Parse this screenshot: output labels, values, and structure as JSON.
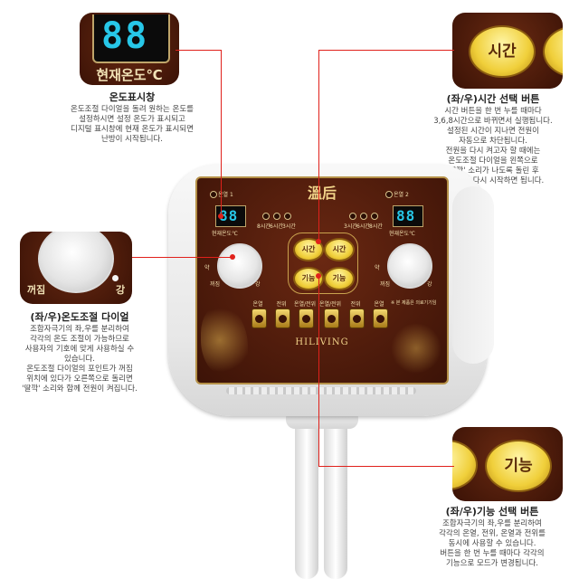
{
  "callout_temp_display": {
    "display_digits": "88",
    "strip_text": "현재온도℃",
    "title": "온도표시창",
    "lines": [
      "온도조절 다이얼을 돌려 원하는 온도를",
      "설정하시면 설정 온도가 표시되고",
      "디지털 표시창에 현재 온도가 표시되면",
      "난방이 시작됩니다."
    ]
  },
  "callout_time_button": {
    "button_label": "시간",
    "title": "(좌/우)시간 선택 버튼",
    "lines": [
      "시간 버튼을 한 번 누를 때마다",
      "3,6,8시간으로 바뀌면서 실행됩니다.",
      "설정된 시간이 지나면 전원이",
      "자동으로 차단됩니다.",
      "전원을 다시 켜고자 할 때에는",
      "온도조절 다이얼을 왼쪽으로",
      "'딸깍' 소리가 나도록 돌린 후",
      "처음부터 다시 시작하면 됩니다."
    ]
  },
  "callout_dial": {
    "left_label": "꺼짐",
    "right_label": "강",
    "title": "(좌/우)온도조절 다이얼",
    "lines": [
      "조합자극기의 좌,우를 분리하여",
      "각각의 온도 조절이 가능하므로",
      "사용자의 기호에 맞게 사용하실 수",
      "있습니다.",
      "온도조절 다이얼의 포인트가 꺼짐",
      "위치에 있다가 오른쪽으로 돌리면",
      "'딸깍' 소리와 함께 전원이 켜집니다."
    ]
  },
  "callout_function_button": {
    "button_label": "기능",
    "title": "(좌/우)기능 선택 버튼",
    "lines": [
      "조합자극기의 좌,우를 분리하여",
      "각각의 온열, 전위, 온열과 전위를",
      "동시에 사용할 수 있습니다.",
      "버튼을 한 번 누를 때마다 각각의",
      "기능으로 모드가 변경됩니다."
    ]
  },
  "device": {
    "brand_logo": "溫后",
    "brand_name": "HILIVING",
    "left": {
      "zone_label": "온열 1",
      "digits": "88",
      "current_temp_label": "현재온도℃",
      "timer_labels": [
        "8시간",
        "6시간",
        "3시간"
      ],
      "dial_labels": [
        "약",
        "꺼짐",
        "강"
      ]
    },
    "right": {
      "zone_label": "온열 2",
      "digits": "88",
      "current_temp_label": "현재온도℃",
      "timer_labels": [
        "3시간",
        "6시간",
        "8시간"
      ],
      "dial_labels": [
        "약",
        "꺼짐",
        "강"
      ]
    },
    "center_buttons": {
      "time_left": "시간",
      "time_right": "시간",
      "func_left": "기능",
      "func_right": "기능"
    },
    "bottom_indicators": [
      "온열",
      "전위",
      "온열/전위",
      "온열/전위",
      "전위",
      "온열"
    ],
    "note_text": "※ 본 제품은 의료기기임"
  },
  "colors": {
    "panel_brown": "#4a1a08",
    "gold": "#e8c45a",
    "segment_blue": "#27c7e8",
    "callout_line": "#e0211b"
  }
}
